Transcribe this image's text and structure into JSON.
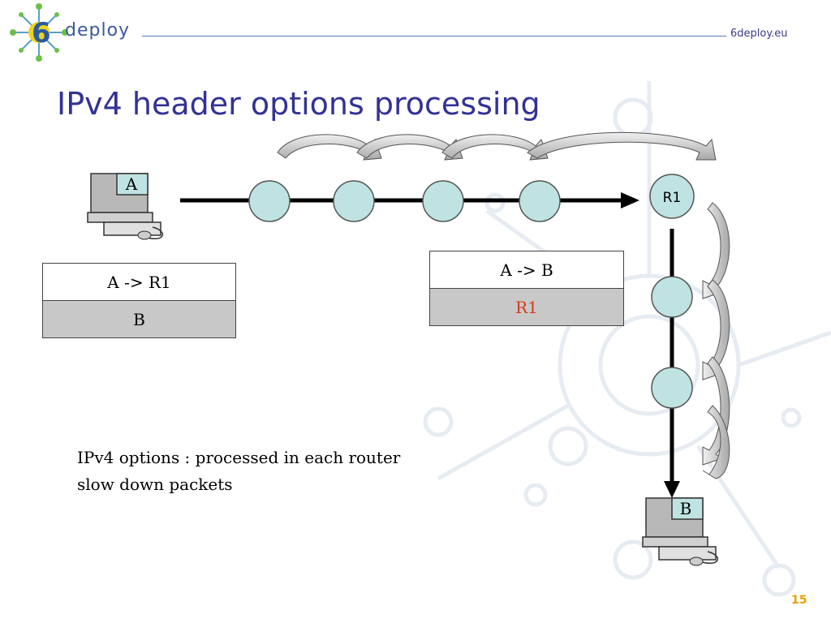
{
  "brand": {
    "logo_text": "deploy",
    "site_url": "6deploy.eu"
  },
  "slide": {
    "title": "IPv4 header options processing",
    "page_number": "15"
  },
  "hosts": {
    "source": "A",
    "destination": "B"
  },
  "router": {
    "label": "R1"
  },
  "header_at_source": {
    "row1": "A -> R1",
    "row2": "B"
  },
  "header_after_router": {
    "row1": "A -> B",
    "row2": "R1"
  },
  "caption": {
    "line1": "IPv4 options : processed in each router",
    "line2": "slow down packets"
  },
  "colors": {
    "title": "#323296",
    "node_fill": "#bfe3e3",
    "highlight": "#d43a1a",
    "page_number": "#e8a000"
  }
}
